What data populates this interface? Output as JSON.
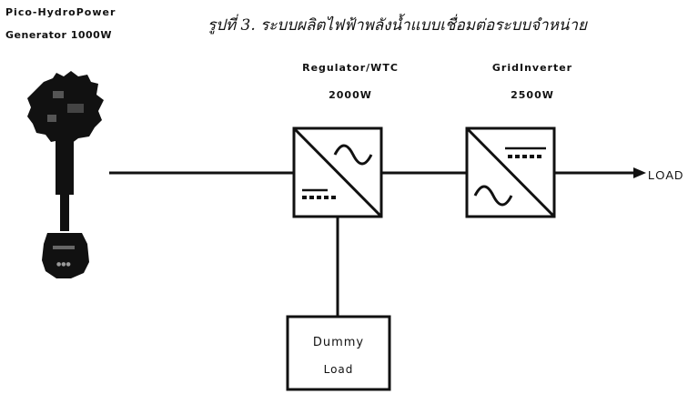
{
  "generator": {
    "name": "Pico-HydroPower",
    "rating": "Generator 1000W"
  },
  "figure_caption": "รูปที่ 3. ระบบผลิตไฟฟ้าพลังน้ำแบบเชื่อมต่อระบบจำหน่าย",
  "regulator": {
    "name": "Regulator/WTC",
    "rating": "2000W"
  },
  "inverter": {
    "name": "GridInverter",
    "rating": "2500W"
  },
  "output_label": "LOAD",
  "dummy_load": {
    "line1": "Dummy",
    "line2": "Load"
  }
}
